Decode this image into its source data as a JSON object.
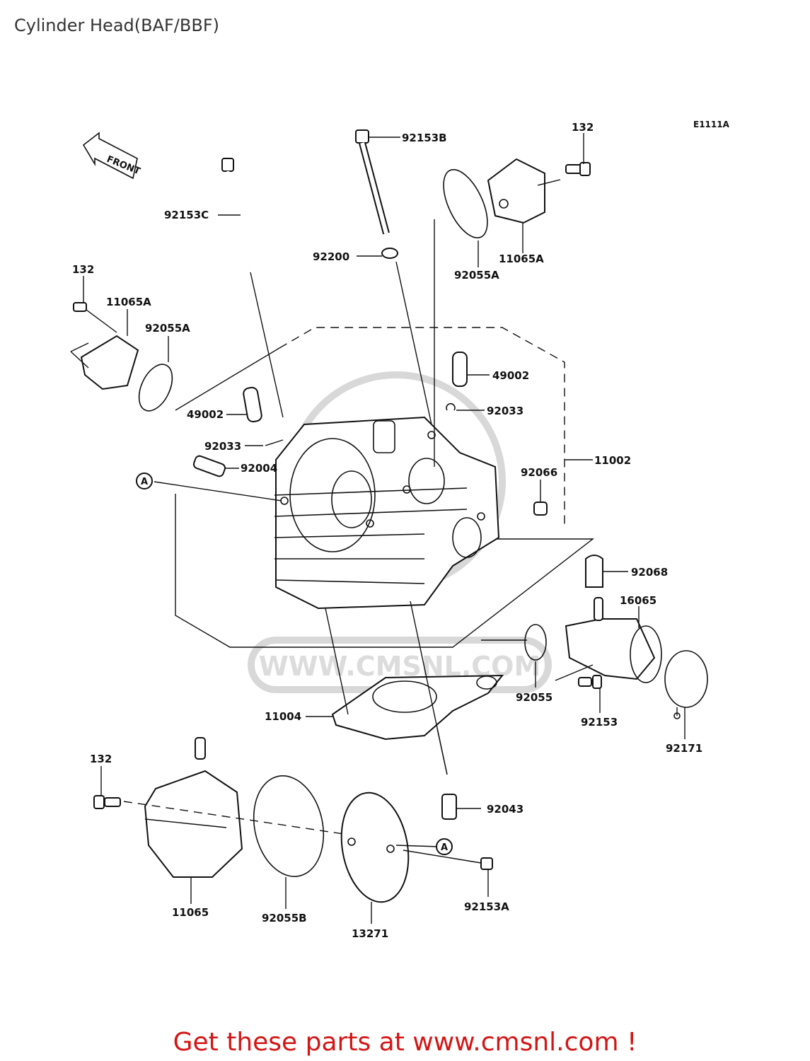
{
  "page": {
    "title": "Cylinder Head(BAF/BBF)"
  },
  "diagram": {
    "code": "E1111A",
    "front_label": "FRONT",
    "ref_marker": "A",
    "watermark": "WWW.CMSNL.COM",
    "labels": {
      "p92153B": "92153B",
      "p132_top": "132",
      "p92153C": "92153C",
      "p92200": "92200",
      "p92055A_top": "92055A",
      "p11065A_top": "11065A",
      "p132_left": "132",
      "p11065A_left": "11065A",
      "p92055A_left": "92055A",
      "p49002_right": "49002",
      "p92033_right": "92033",
      "p49002_left": "49002",
      "p92033_left": "92033",
      "p11002": "11002",
      "p92004": "92004",
      "p92066": "92066",
      "p92068": "92068",
      "p16065": "16065",
      "p11004": "11004",
      "p92055": "92055",
      "p92153": "92153",
      "p92171": "92171",
      "p132_bottom": "132",
      "p92043": "92043",
      "p11065": "11065",
      "p92055B": "92055B",
      "p13271": "13271",
      "p92153A": "92153A"
    }
  },
  "footer": {
    "promo": "Get these parts at www.cmsnl.com !"
  },
  "colors": {
    "promo": "#d41515",
    "title": "#333333",
    "ink": "#111111"
  }
}
